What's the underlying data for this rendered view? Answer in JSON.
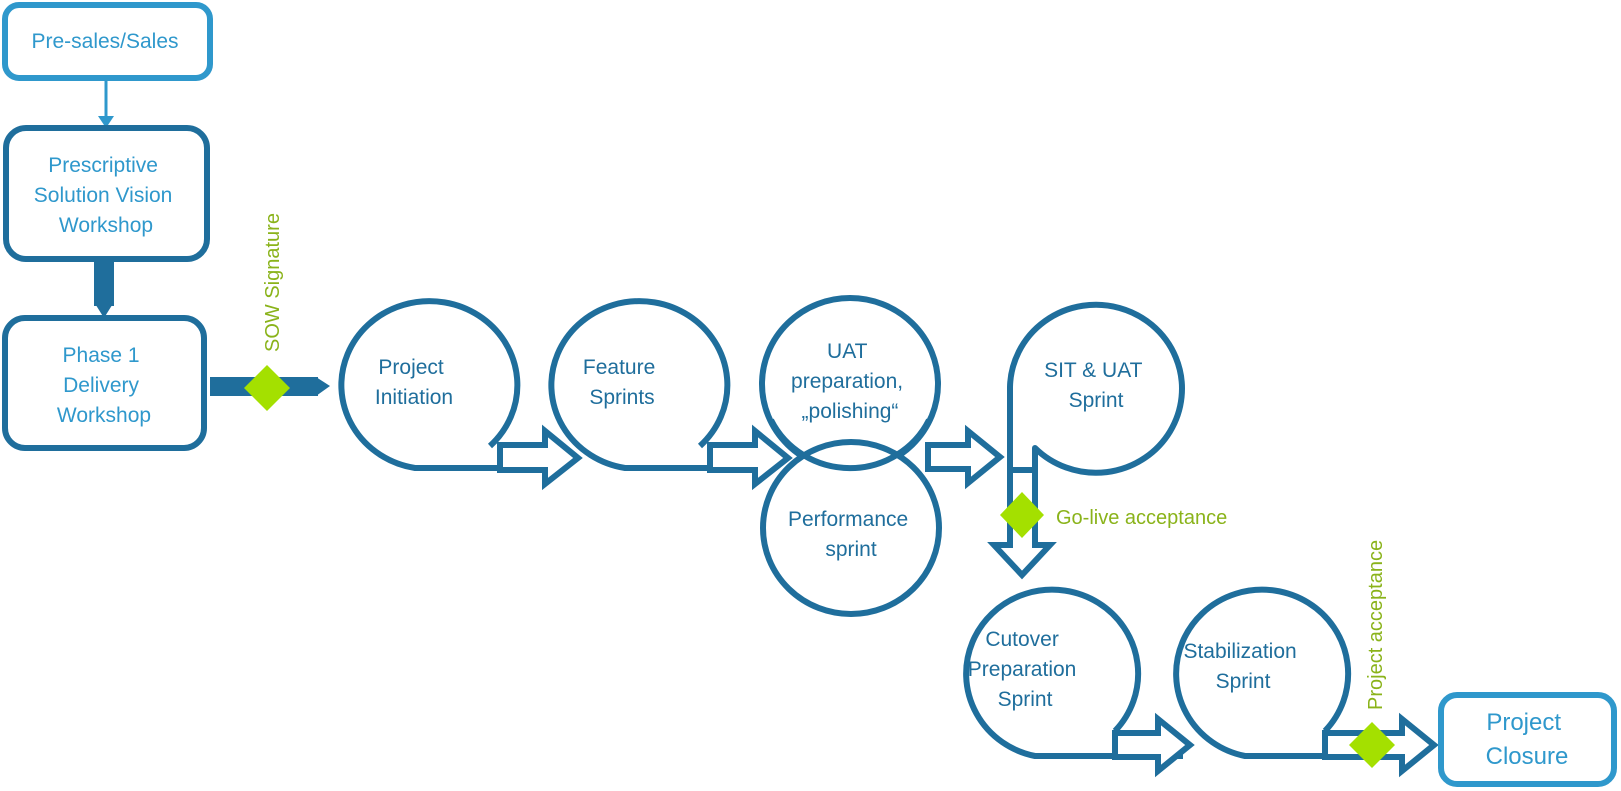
{
  "diagram": {
    "colors": {
      "dark_blue": "#1f6e9c",
      "light_blue": "#2f98cc",
      "milestone_green": "#a4e000",
      "milestone_text": "#8ab31a"
    },
    "boxes": {
      "presales": [
        "Pre-sales/Sales"
      ],
      "vision_workshop": [
        "Prescriptive",
        "Solution Vision",
        "Workshop"
      ],
      "phase1_workshop": [
        "Phase 1",
        "Delivery",
        "Workshop"
      ],
      "closure": [
        "Project",
        "Closure"
      ]
    },
    "sprints": {
      "project_initiation": [
        "Project",
        "Initiation"
      ],
      "feature_sprints": [
        "Feature",
        "Sprints"
      ],
      "uat_preparation": [
        "UAT",
        "preparation,",
        "„polishing“"
      ],
      "performance_sprint": [
        "Performance",
        "sprint"
      ],
      "sit_uat_sprint": [
        "SIT & UAT",
        "Sprint"
      ],
      "cutover_preparation": [
        "Cutover",
        "Preparation",
        "Sprint"
      ],
      "stabilization_sprint": [
        "Stabilization",
        "Sprint"
      ]
    },
    "milestones": {
      "sow_signature": "SOW Signature",
      "go_live_acceptance": "Go-live acceptance",
      "project_acceptance": "Project acceptance"
    }
  }
}
